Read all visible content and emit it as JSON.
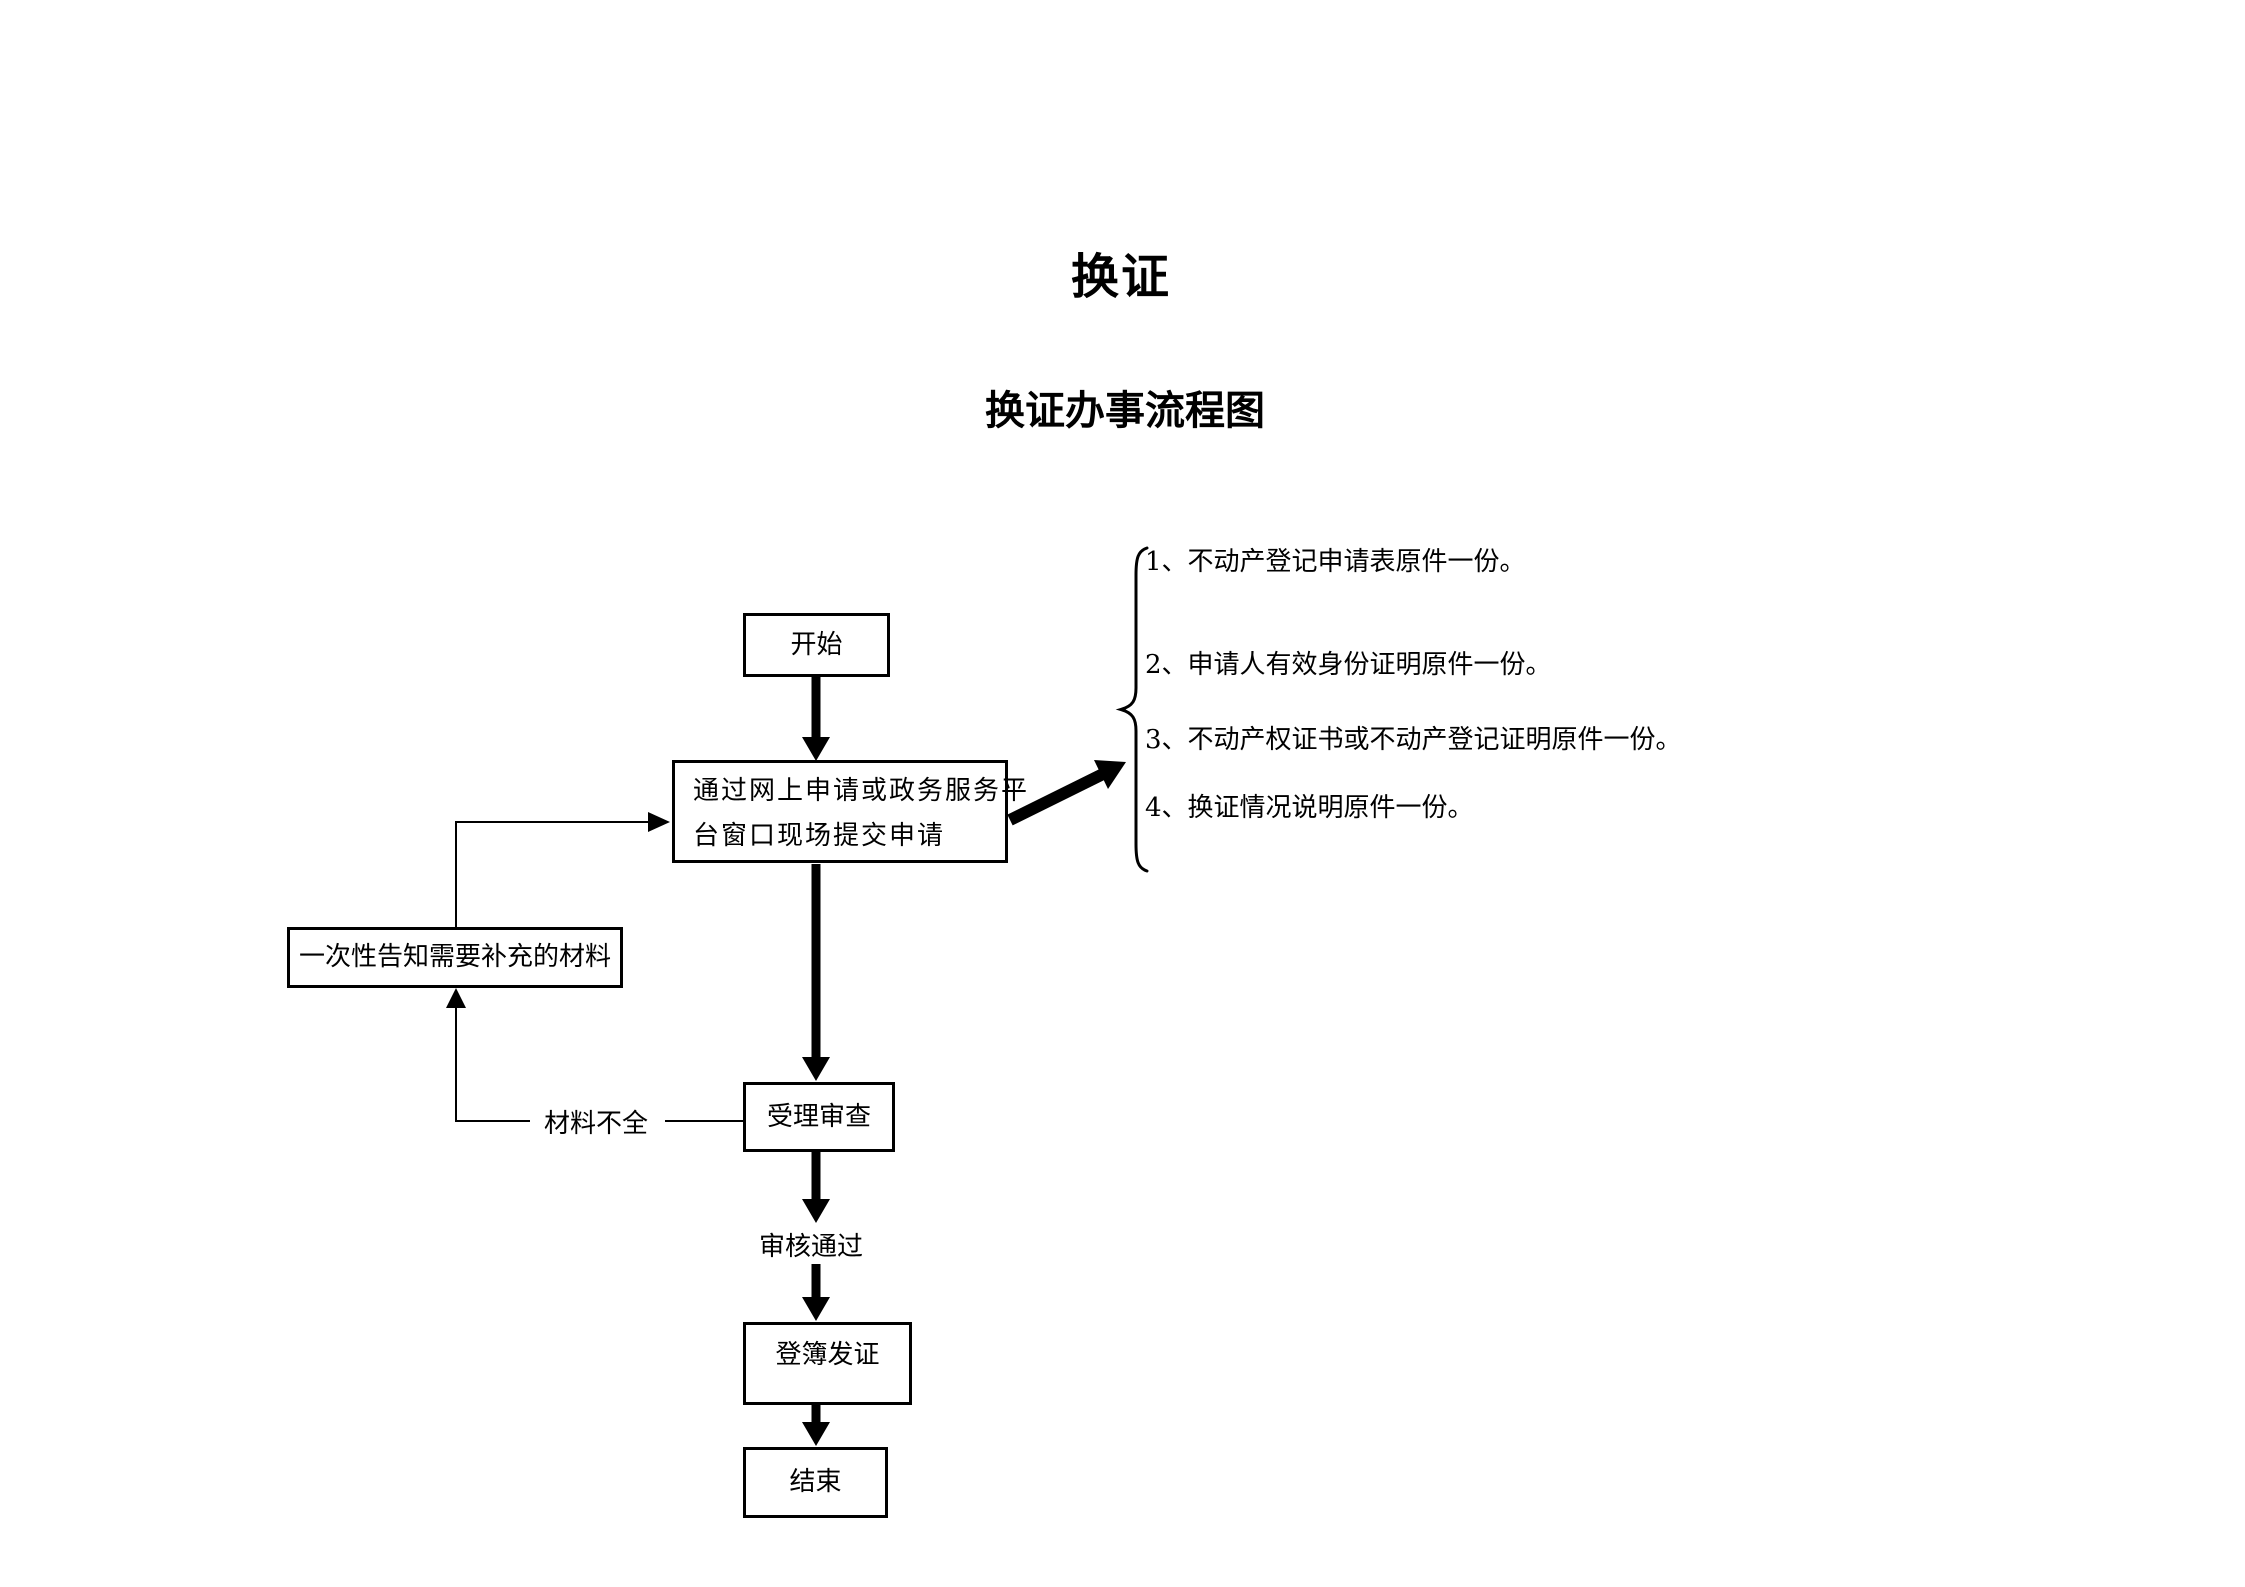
{
  "page": {
    "title": "换证",
    "subtitle": "换证办事流程图",
    "background_color": "#ffffff",
    "ink_color": "#000000"
  },
  "flowchart": {
    "nodes": {
      "start": {
        "label": "开始"
      },
      "submit": {
        "line1": "通过网上申请或政务服务平",
        "line2": "台窗口现场提交申请"
      },
      "notify": {
        "label": "一次性告知需要补充的材料"
      },
      "review": {
        "label": "受理审查"
      },
      "register": {
        "label": "登簿发证"
      },
      "end": {
        "label": "结束"
      }
    },
    "edge_labels": {
      "incomplete": {
        "label": "材料不全"
      },
      "approved": {
        "label": "审核通过"
      }
    }
  },
  "materials_list": {
    "items": [
      {
        "text": "1、不动产登记申请表原件一份。"
      },
      {
        "text": "2、申请人有效身份证明原件一份。"
      },
      {
        "text": "3、不动产权证书或不动产登记证明原件一份。"
      },
      {
        "text": "4、换证情况说明原件一份。"
      }
    ]
  }
}
